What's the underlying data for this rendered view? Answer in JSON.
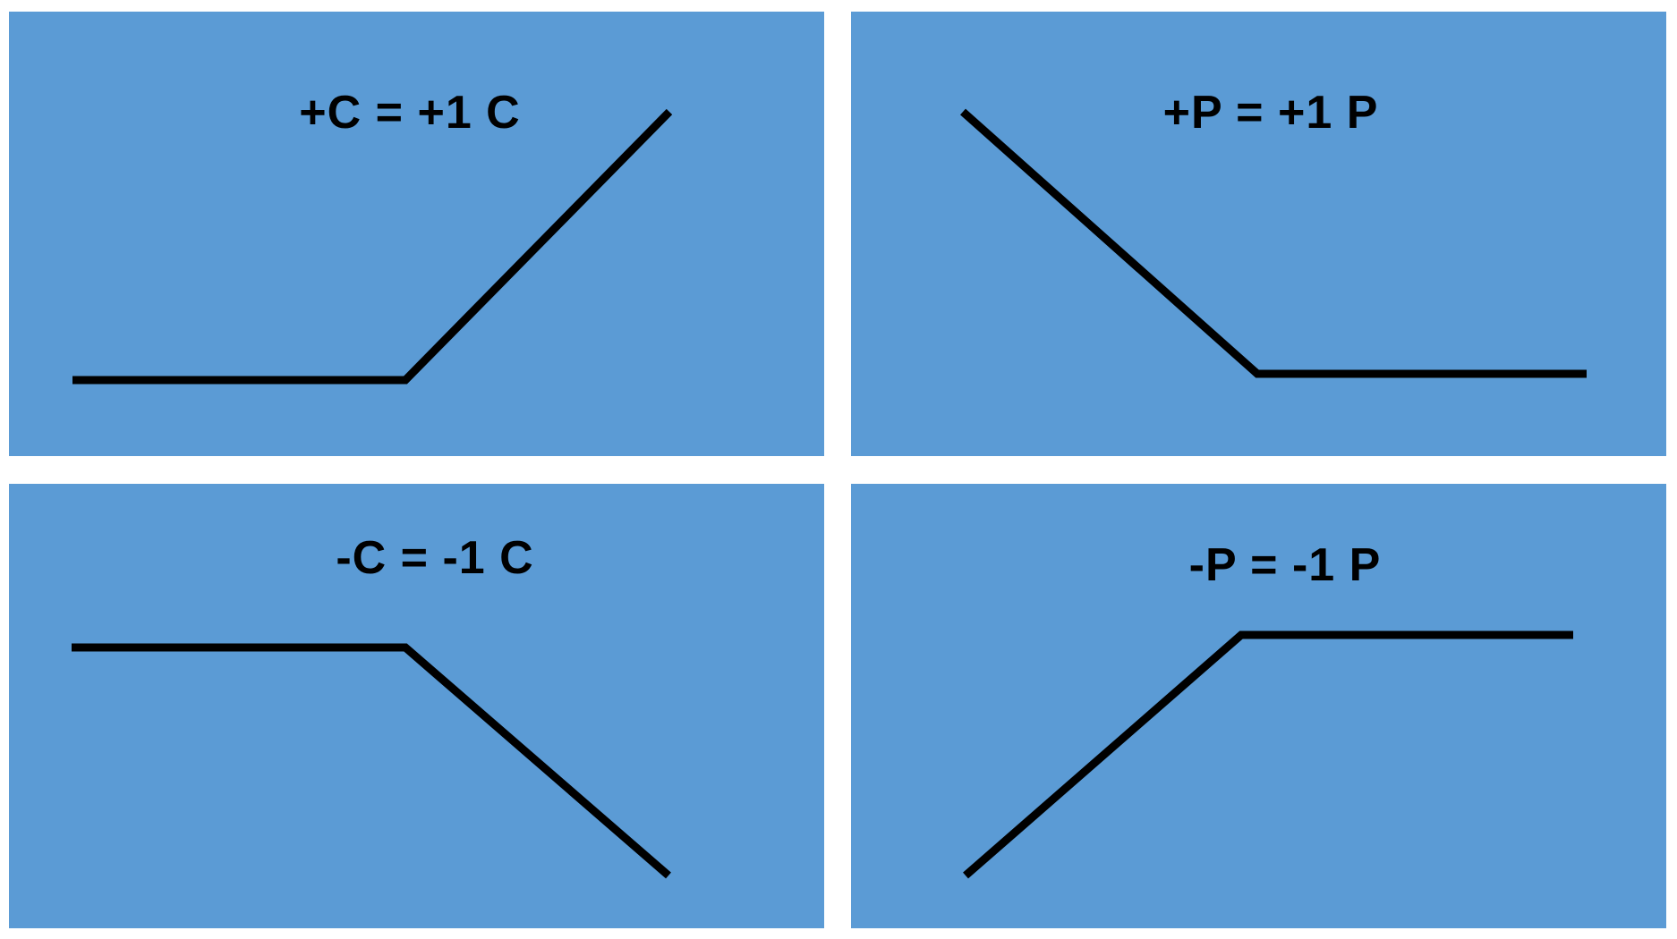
{
  "colors": {
    "panel_background": "#5b9bd5",
    "line": "#000000",
    "text": "#000000"
  },
  "panels": [
    {
      "id": "long-call",
      "title": "+C = +1 C"
    },
    {
      "id": "long-put",
      "title": "+P = +1 P"
    },
    {
      "id": "short-call",
      "title": "-C = -1 C"
    },
    {
      "id": "short-put",
      "title": "-P = -1 P"
    }
  ]
}
